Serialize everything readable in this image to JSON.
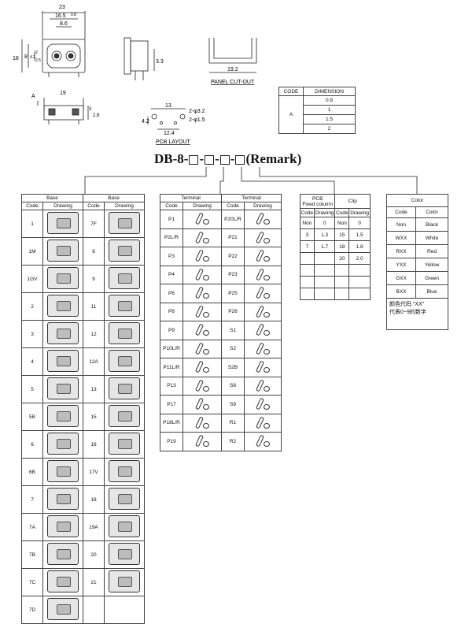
{
  "drawings": {
    "front": {
      "d23": "23",
      "d165": "16.5",
      "d08": "0.8",
      "d86": "8.6",
      "d18": "18",
      "d8": "8",
      "d42": "4.2",
      "d2": "2",
      "d25": "2.5"
    },
    "side": {
      "d33": "3.3"
    },
    "panel": {
      "d192": "19.2",
      "label": "PANEL CUT-OUT"
    },
    "bottom": {
      "d19": "19",
      "dA": "A",
      "d3": "3",
      "d28": "2.8"
    },
    "pcb": {
      "d13": "13",
      "d42": "4.2",
      "d124": "12.4",
      "hole1": "2-φ3.2",
      "hole2": "2-φ1.5",
      "label": "PCB LAYOUT"
    }
  },
  "dimension_table": {
    "headers": [
      "CODE",
      "DIMENSION"
    ],
    "code": "A",
    "values": [
      "0.8",
      "1",
      "1.5",
      "2"
    ]
  },
  "part_number": {
    "prefix": "DB-8-",
    "sep": "-",
    "remark": "(Remark)"
  },
  "base_table": {
    "group_title": "Base",
    "headers": [
      "Code",
      "Drawing"
    ],
    "left_codes": [
      "1",
      "1M",
      "1GV",
      "2",
      "3",
      "4",
      "5",
      "5B",
      "6",
      "6B",
      "7",
      "7A",
      "7B",
      "7C",
      "7D"
    ],
    "right_codes": [
      "7F",
      "8",
      "9",
      "11",
      "12",
      "12A",
      "13",
      "15",
      "16",
      "17V",
      "18",
      "19A",
      "20",
      "21"
    ]
  },
  "terminal_table": {
    "group_title": "Terminal",
    "headers": [
      "Code",
      "Drawing"
    ],
    "left_codes": [
      "P1",
      "P2L/R",
      "P3",
      "P4",
      "P6",
      "P8",
      "P9",
      "P10L/R",
      "P11L/R",
      "P13",
      "P17",
      "P18L/R",
      "P19"
    ],
    "right_codes": [
      "P20L/R",
      "P21",
      "P22",
      "P23",
      "P25",
      "P26",
      "S1",
      "S2",
      "S2B",
      "S8",
      "S9",
      "R1",
      "R2"
    ]
  },
  "pcb_clip_table": {
    "pcb_title": "PCB\nFixed column",
    "clip_title": "Clip",
    "headers": [
      "Code",
      "Drawing",
      "Code",
      "Drawing"
    ],
    "rows": [
      [
        "Non",
        "0",
        "Non",
        "0"
      ],
      [
        "3",
        "1.3",
        "15",
        "1.5"
      ],
      [
        "7",
        "1.7",
        "18",
        "1.8"
      ],
      [
        "",
        "",
        "20",
        "2.0"
      ],
      [
        "",
        "",
        "",
        ""
      ],
      [
        "",
        "",
        "",
        ""
      ],
      [
        "",
        "",
        "",
        ""
      ]
    ]
  },
  "color_table": {
    "title": "Color",
    "headers": [
      "Code",
      "Color"
    ],
    "rows": [
      [
        "Non",
        "Black"
      ],
      [
        "WXX",
        "White"
      ],
      [
        "RXX",
        "Red"
      ],
      [
        "YXX",
        "Yellow"
      ],
      [
        "GXX",
        "Green"
      ],
      [
        "BXX",
        "Blue"
      ]
    ],
    "note_line1": "颜色代码 \"XX\"",
    "note_line2": "代表0~9的数字"
  }
}
